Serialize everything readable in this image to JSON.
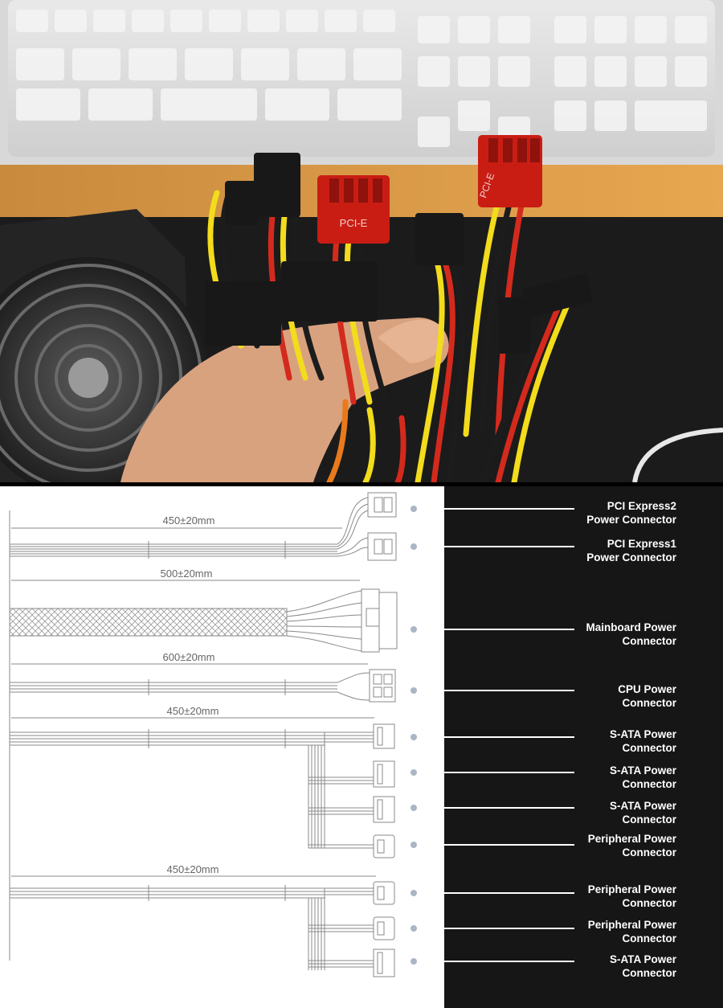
{
  "colors": {
    "panel": "#161616",
    "leader_dot": "#aab6c6",
    "leader_line": "#ffffff",
    "diagram_line": "#8a8a8a",
    "wire_red": "#d42a1e",
    "wire_yellow": "#f2dc1c",
    "wire_black": "#1c1c1c",
    "connector_red": "#c91d14"
  },
  "photo": {
    "description_icon": "psu-cables-photo",
    "connector_tags": [
      "PCI-E",
      "PCI-E"
    ]
  },
  "dimensions": [
    {
      "text": "450±20mm"
    },
    {
      "text": "500±20mm"
    },
    {
      "text": "600±20mm"
    },
    {
      "text": "450±20mm"
    },
    {
      "text": "450±20mm"
    }
  ],
  "connectors": [
    {
      "line1": "PCI Express2",
      "line2": "Power Connector"
    },
    {
      "line1": "PCI Express1",
      "line2": "Power Connector"
    },
    {
      "line1": "Mainboard Power",
      "line2": "Connector"
    },
    {
      "line1": "CPU Power",
      "line2": "Connector"
    },
    {
      "line1": "S-ATA Power",
      "line2": "Connector"
    },
    {
      "line1": "S-ATA Power",
      "line2": "Connector"
    },
    {
      "line1": "S-ATA Power",
      "line2": "Connector"
    },
    {
      "line1": "Peripheral Power",
      "line2": "Connector"
    },
    {
      "line1": "Peripheral Power",
      "line2": "Connector"
    },
    {
      "line1": "Peripheral Power",
      "line2": "Connector"
    },
    {
      "line1": "S-ATA Power",
      "line2": "Connector"
    }
  ]
}
